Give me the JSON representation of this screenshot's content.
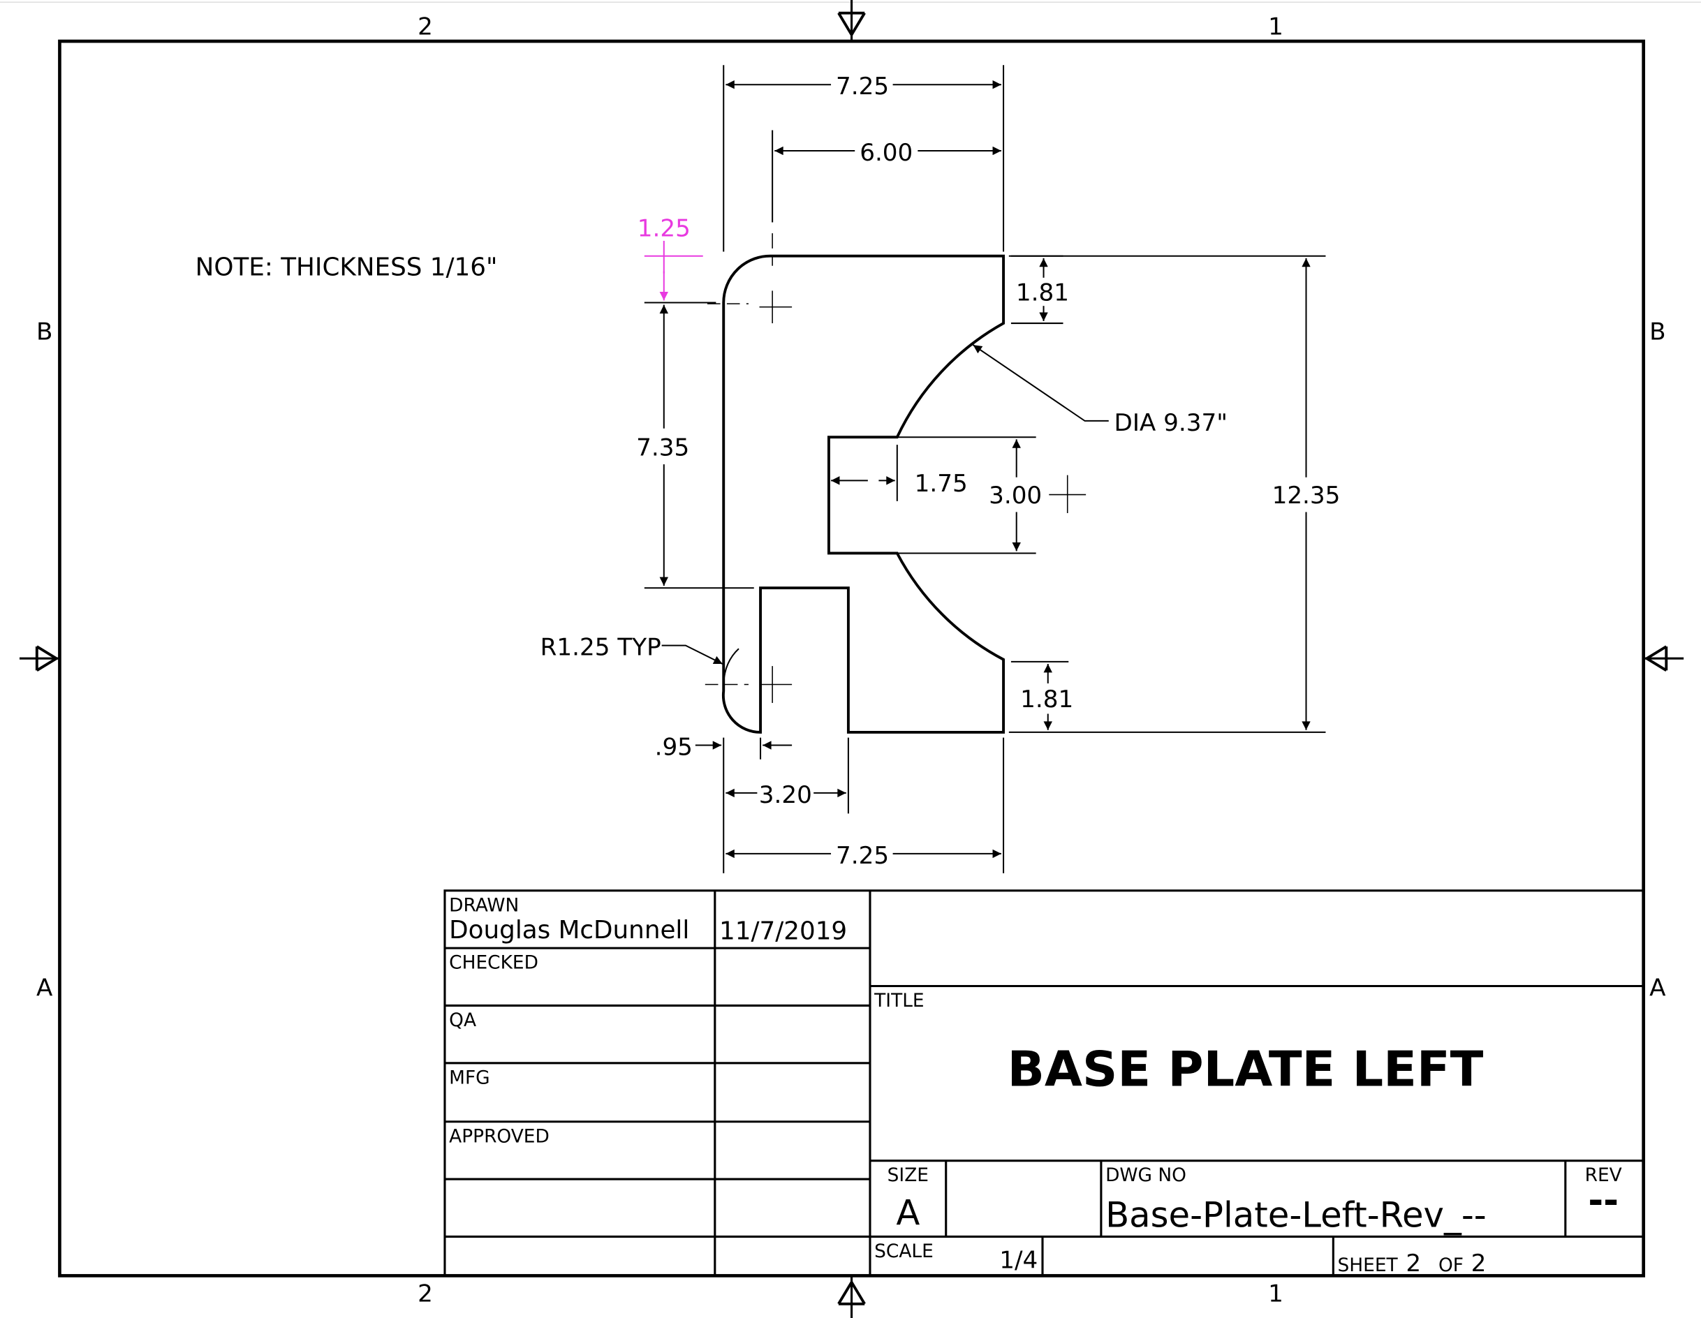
{
  "border": {
    "zones_top": [
      "2",
      "1"
    ],
    "zones_bottom": [
      "2",
      "1"
    ],
    "zones_left": [
      "B",
      "A"
    ],
    "zones_right": [
      "B",
      "A"
    ]
  },
  "note": "NOTE: THICKNESS 1/16\"",
  "dimensions": {
    "top_width": "7.25",
    "inner_width": "6.00",
    "corner_offset": "1.25",
    "top_notch": "1.81",
    "diameter": "DIA 9.37\"",
    "left_height": "7.35",
    "slot_depth": "1.75",
    "slot_height": "3.00",
    "overall_height": "12.35",
    "radius": "R1.25 TYP",
    "bottom_notch": "1.81",
    "gap": ".95",
    "tab_width": "3.20",
    "bottom_width": "7.25"
  },
  "title_block": {
    "drawn_label": "DRAWN",
    "drawn_name": "Douglas McDunnell",
    "drawn_date": "11/7/2019",
    "checked_label": "CHECKED",
    "qa_label": "QA",
    "mfg_label": "MFG",
    "approved_label": "APPROVED",
    "title_label": "TITLE",
    "title": "BASE PLATE LEFT",
    "size_label": "SIZE",
    "size": "A",
    "dwg_no_label": "DWG NO",
    "dwg_no": "Base-Plate-Left-Rev_--",
    "rev_label": "REV",
    "rev": "--",
    "scale_label": "SCALE",
    "scale": "1/4",
    "sheet_label": "SHEET",
    "sheet": "2",
    "of_label": "OF",
    "sheets": "2"
  },
  "colors": {
    "line": "#000000",
    "highlight": "#e83ae0"
  }
}
